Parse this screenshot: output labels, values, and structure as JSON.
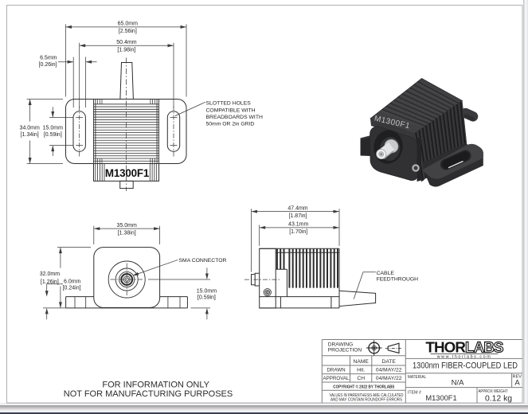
{
  "document": {
    "info_note": [
      "FOR INFORMATION ONLY",
      "NOT FOR MANUFACTURING PURPOSES"
    ]
  },
  "views": {
    "front": {
      "part_label": "M1300F1",
      "dim_width_mm": "65.0mm",
      "dim_width_in": "[2.56in]",
      "dim_slot_spacing_mm": "50.4mm",
      "dim_slot_spacing_in": "[1.98in]",
      "dim_slot_width_mm": "6.5mm",
      "dim_slot_width_in": "[0.26in]",
      "dim_height_mm": "34.0mm",
      "dim_height_in": "[1.34in]",
      "dim_slot_length_mm": "15.0mm",
      "dim_slot_length_in": "[0.59in]",
      "note": [
        "SLOTTED HOLES",
        "COMPATIBLE WITH",
        "BREADBOARDS WITH",
        "50mm OR 2in GRID"
      ]
    },
    "iso": {
      "part_label": "M1300F1"
    },
    "side": {
      "dim_body_mm": "35.0mm",
      "dim_body_in": "[1.38in]",
      "dim_height_mm": "32.0mm",
      "dim_height_in": "[1.26in]",
      "dim_base_mm": "6.0mm",
      "dim_base_in": "[0.24in]",
      "dim_axis_mm": "15.0mm",
      "dim_axis_in": "[0.59in]",
      "label_sma": "SMA CONNECTOR"
    },
    "profile": {
      "dim_overall_mm": "47.4mm",
      "dim_overall_in": "[1.87in]",
      "dim_body_mm": "43.1mm",
      "dim_body_in": "[1.70in]",
      "label_cable": [
        "CABLE",
        "FEEDTHROUGH"
      ]
    }
  },
  "title_block": {
    "projection": [
      "DRAWING",
      "PROJECTION"
    ],
    "col_name": "NAME",
    "col_date": "DATE",
    "row_drawn": [
      "DRAWN",
      "Hit.",
      "04/MAY/22"
    ],
    "row_approval": [
      "APPROVAL",
      "CH",
      "04/MAY/22"
    ],
    "copyright": "COPYRIGHT © 2022 BY THORLABS",
    "disclaimer": [
      "VALUES IN PARENTHESIS ARE CALCULATED",
      "AND MAY CONTAIN ROUNDOFF ERRORS"
    ],
    "logo_thor": "THOR",
    "logo_labs": "LABS",
    "logo_url": "www.thorlabs.com",
    "title": "1300nm FIBER-COUPLED LED",
    "material_label": "MATERIAL",
    "material_value": "N/A",
    "rev_label": "REV",
    "rev_value": "A",
    "item_label": "ITEM #",
    "item_value": "M1300F1",
    "weight_label": "APPROX WEIGHT",
    "weight_value": "0.12 kg"
  }
}
